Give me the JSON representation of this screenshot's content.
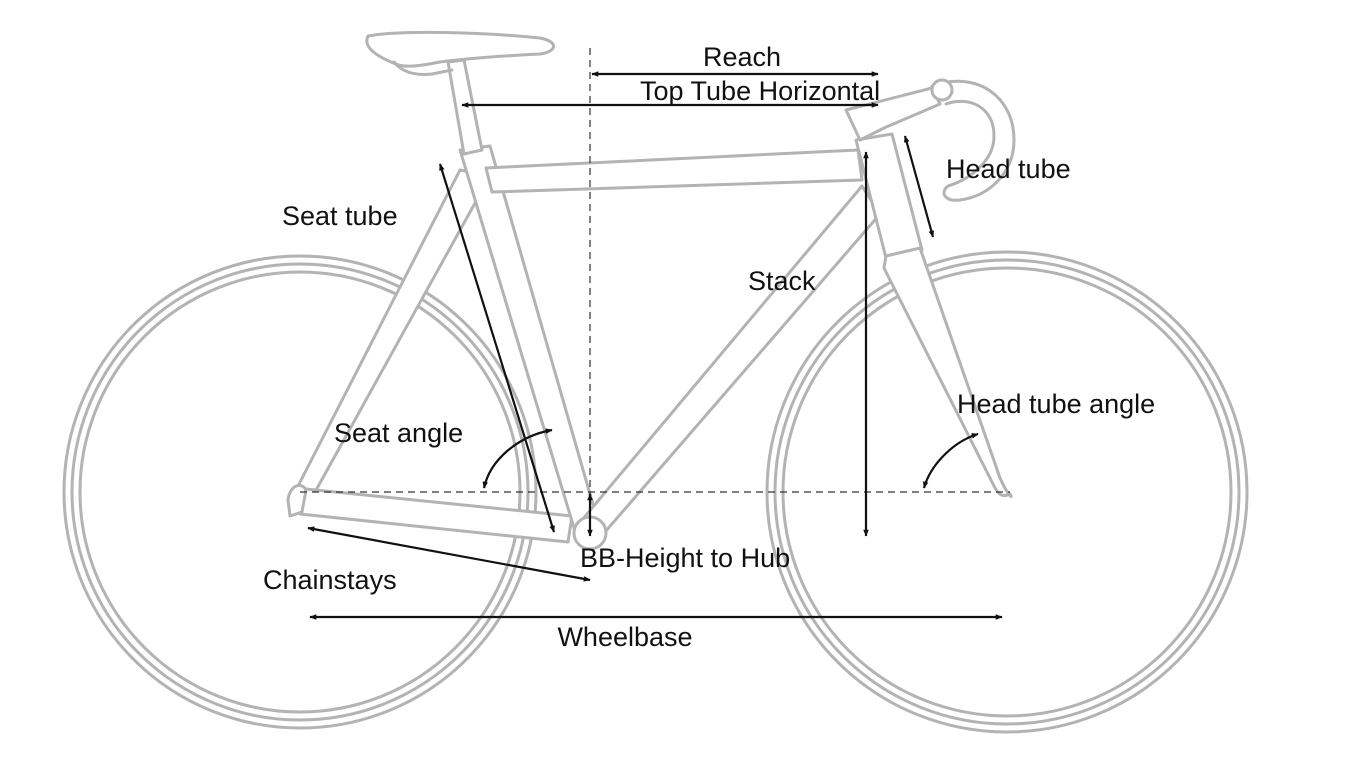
{
  "labels": {
    "reach": "Reach",
    "top_tube_horizontal": "Top Tube Horizontal",
    "head_tube": "Head tube",
    "seat_tube": "Seat tube",
    "stack": "Stack",
    "seat_angle": "Seat angle",
    "head_tube_angle": "Head tube angle",
    "bb_height_to_hub": "BB-Height to Hub",
    "chainstays": "Chainstays",
    "wheelbase": "Wheelbase"
  },
  "colors": {
    "frame": "#b3b3b3",
    "measure": "#111111",
    "background": "#ffffff"
  }
}
